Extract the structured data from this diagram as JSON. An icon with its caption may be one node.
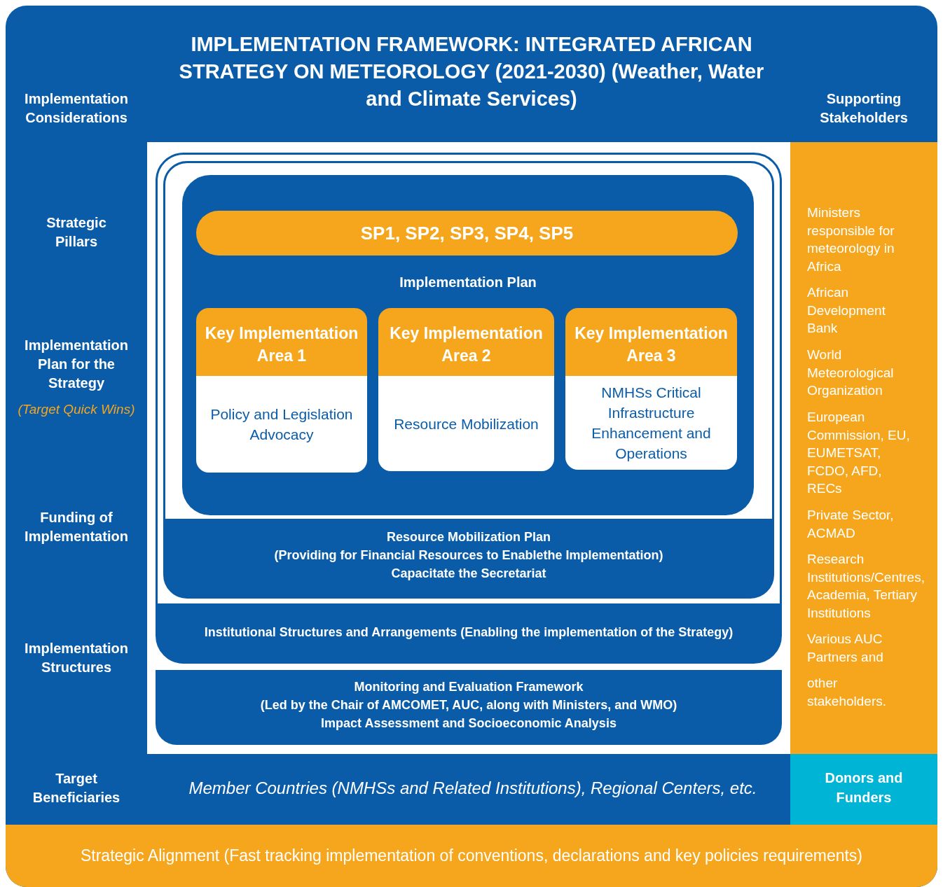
{
  "diagram": {
    "title": "IMPLEMENTATION FRAMEWORK: INTEGRATED AFRICAN STRATEGY ON METEOROLOGY (2021-2030) (Weather, Water and Climate Services)",
    "nodes": [
      {
        "text": [
          "Institutional Structures and Arrangements (Enabling the implementation of the Strategy)"
        ]
      },
      {
        "text": [
          "Resource Mobilization Plan",
          "(Providing for Financial Resources to Enablethe Implementation)",
          "Capacitate the Secretariat"
        ],
        "in": 0
      },
      {
        "text": [
          "Implementation Plan"
        ],
        "in": 1
      },
      {
        "text": [
          "SP1, SP2, SP3, SP4, SP5"
        ],
        "in": 2
      },
      {
        "text": [
          "Key Implementation Area 1",
          "Policy and Legislation Advocacy"
        ],
        "in": 2
      },
      {
        "text": [
          "Key Implementation Area 2",
          "Resource Mobilization"
        ],
        "in": 2
      },
      {
        "text": [
          "Key Implementation Area 3",
          "NMHSs Critical Infrastructure Enhancement and Operations"
        ],
        "in": 2
      },
      {
        "text": [
          "Monitoring and Evaluation Framework",
          "(Led by the Chair of AMCOMET, AUC, along with Ministers, and WMO)",
          "Impact Assessment and Socioeconomic Analysis"
        ]
      },
      {
        "text": [
          "Ministers responsible for meteorology in Africa",
          "African Development Bank",
          "World Meteorological Organization",
          "European Commission, EU, EUMETSAT, FCDO, AFD, RECs",
          "Private Sector, ACMAD",
          "Research Institutions/Centres, Academia, Tertiary Institutions",
          "Various AUC Partners and",
          "other stakeholders."
        ]
      },
      {
        "text": [
          "Donors and Funders"
        ]
      },
      {
        "text": [
          "Strategic Alignment (Fast tracking implementation of conventions, declarations and key policies requirements)"
        ]
      }
    ],
    "edges": [],
    "labels": [
      "Implementation Considerations",
      "Supporting Stakeholders",
      "Strategic Pillars",
      "Implementation Plan for the Strategy",
      "(Target Quick Wins)",
      "Funding of Implementation",
      "Implementation Structures",
      "Target Beneficiaries",
      "Member Countries (NMHSs and Related Institutions), Regional Centers, etc."
    ]
  }
}
